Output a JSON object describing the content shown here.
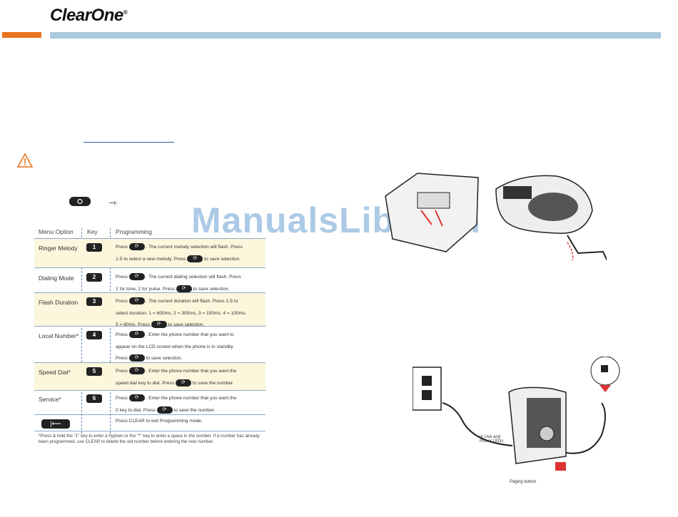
{
  "brand": {
    "logo_text": "ClearOne",
    "reg_mark": "®"
  },
  "icons": {
    "warning": "warning-triangle-icon",
    "key_symbol": "phone-key-icon",
    "arrow": "arrow-right-icon"
  },
  "colors": {
    "accent_orange": "#e8731f",
    "header_blue": "#a9c9dd",
    "highlight_row": "#fbf6dc"
  },
  "example": {
    "arrow_glyph": "⇾"
  },
  "watermark": "ManualsLib.com",
  "table": {
    "headers": {
      "option": "Menu Option",
      "key": "Key",
      "programming": "Programming"
    },
    "rows": [
      {
        "option": "Ringer Melody",
        "key": "1",
        "lines": [
          "Press [KEY] . The current melody selection will flash. Press",
          "1-5 to select a new melody. Press [KEY] to save selection."
        ]
      },
      {
        "option": "Dialing Mode",
        "key": "2",
        "lines": [
          "Press [KEY] . The current dialing selection will flash. Press",
          "1 for tone, 2 for pulse. Press [KEY] to save selection."
        ]
      },
      {
        "option": "Flash Duration",
        "key": "3",
        "lines": [
          "Press [KEY] . The current duration will flash. Press 1-5 to",
          "select duration. 1 = 600ms, 2 = 300ms, 3 = 150ms, 4 = 100ms,",
          "5 = 80ms. Press [KEY] to save selection."
        ]
      },
      {
        "option": "Local Number*",
        "key": "4",
        "lines": [
          "Press [KEY] . Enter the phone number that you want to",
          "appear on the LCD screen when the phone is in standby.",
          "Press [KEY] to save selection."
        ]
      },
      {
        "option": "Speed Dial*",
        "key": "5",
        "lines": [
          "Press [KEY] . Enter the phone number that you want the",
          "speed dial key to dial. Press [KEY] to save the number."
        ]
      },
      {
        "option": "Service*",
        "key": "6",
        "lines": [
          "Press [KEY] . Enter the phone number that you want the",
          "0 key to dial. Press [KEY] to save the number."
        ]
      }
    ],
    "clear_row": {
      "key_glyph": "|⟵",
      "text": "Press CLEAR to exit Programming mode."
    },
    "footnote": "*Press & hold the \"1\" key to enter a hyphen or the \"*\" key to enter a space in the number. If a number has already been programmed, use CLEAR to delete the old number before entering the new number."
  },
  "illustration": {
    "captions": {
      "leds": "In Use and Power LEDs",
      "paging": "Paging button"
    }
  }
}
